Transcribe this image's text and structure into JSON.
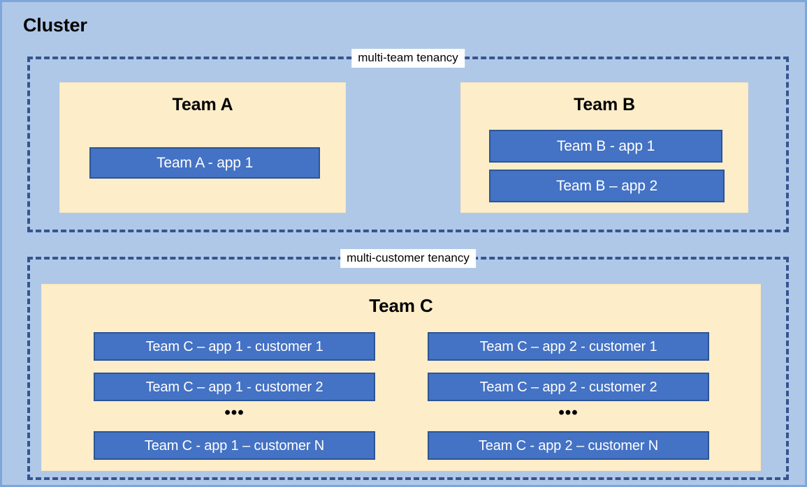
{
  "cluster": {
    "title": "Cluster"
  },
  "zones": [
    {
      "id": "multi-team",
      "label": "multi-team tenancy"
    },
    {
      "id": "multi-customer",
      "label": "multi-customer tenancy"
    }
  ],
  "teams": {
    "team_a": {
      "heading": "Team A",
      "apps": [
        {
          "label": "Team A - app 1"
        }
      ]
    },
    "team_b": {
      "heading": "Team B",
      "apps": [
        {
          "label": "Team B - app 1"
        },
        {
          "label": "Team B – app 2"
        }
      ]
    },
    "team_c": {
      "heading": "Team C",
      "ellipsis": "•••",
      "columns": [
        {
          "name": "app-1",
          "apps": [
            {
              "label": "Team C – app 1 - customer 1"
            },
            {
              "label": "Team C – app 1 - customer 2"
            },
            {
              "label": "Team C - app 1 – customer N"
            }
          ]
        },
        {
          "name": "app-2",
          "apps": [
            {
              "label": "Team C – app 2 - customer 1"
            },
            {
              "label": "Team C – app 2 - customer 2"
            },
            {
              "label": "Team C - app 2 – customer N"
            }
          ]
        }
      ]
    }
  },
  "colors": {
    "cluster_background": "#AFC8E8",
    "cluster_border": "#7FA6D8",
    "zone_dash": "#36558F",
    "team_panel": "#FDEDC9",
    "app_fill": "#4472C4",
    "app_border": "#2E5496",
    "app_text": "#FFFFFF",
    "label_background": "#FFFFFF",
    "text": "#000000"
  }
}
